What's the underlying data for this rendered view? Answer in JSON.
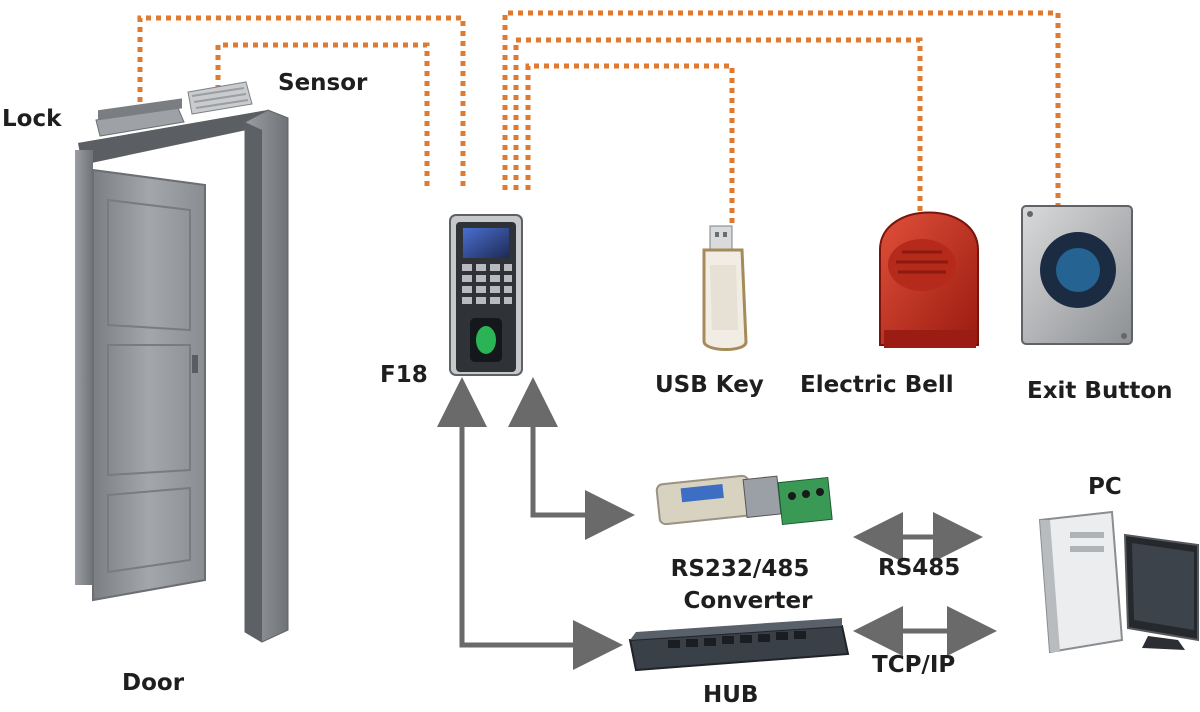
{
  "labels": {
    "lock": "Lock",
    "sensor": "Sensor",
    "door": "Door",
    "f18": "F18",
    "usb_key": "USB Key",
    "electric_bell": "Electric Bell",
    "exit_button": "Exit Button",
    "pc": "PC",
    "converter_line1": "RS232/485",
    "converter_line2": "Converter",
    "hub": "HUB",
    "rs485": "RS485",
    "tcpip": "TCP/IP"
  },
  "colors": {
    "wire": "#e07a30",
    "arrow": "#6a6a6a",
    "door": "#8c8f93",
    "bell": "#c0281a"
  }
}
